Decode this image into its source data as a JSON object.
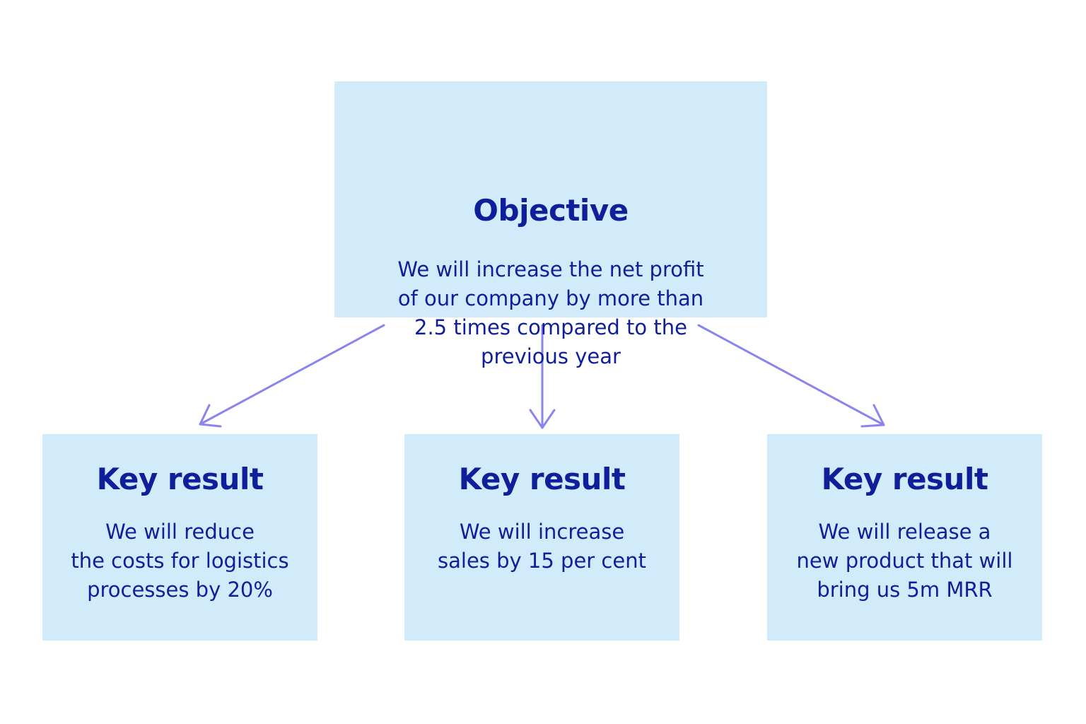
{
  "objective": {
    "title": "Objective",
    "text": "We will increase the net profit\nof our company by more than\n2.5 times compared to the\nprevious year"
  },
  "key_results": [
    {
      "title": "Key result",
      "text": "We will reduce\nthe costs for logistics\nprocesses by 20%"
    },
    {
      "title": "Key result",
      "text": "We will increase\nsales by 15 per cent"
    },
    {
      "title": "Key result",
      "text": "We will release a\nnew product that will\nbring us 5m MRR"
    }
  ],
  "colors": {
    "box_fill": "#d2ebfb",
    "text": "#0f1f9a",
    "arrow": "#8a84ee"
  }
}
